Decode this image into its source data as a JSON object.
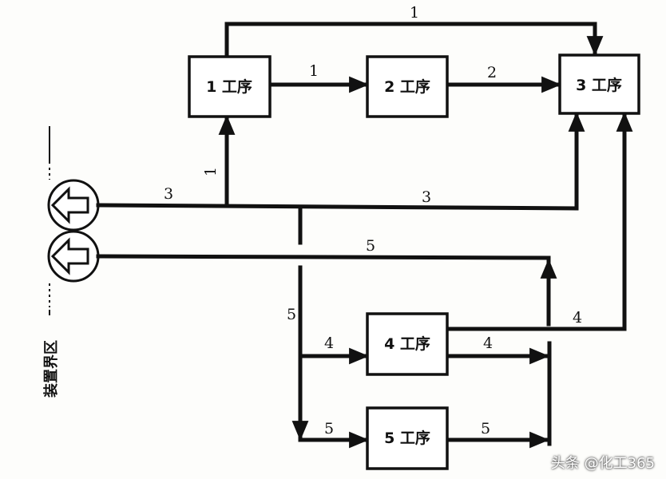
{
  "boundary_label": "装置界区",
  "boxes": {
    "p1": "1 工序",
    "p2": "2 工序",
    "p3": "3 工序",
    "p4": "4 工序",
    "p5": "5 工序"
  },
  "stream_labels": {
    "top": "1",
    "p1_to_p2": "1",
    "p2_to_p3": "2",
    "riser_p1": "1",
    "feed3_left": "3",
    "feed3_right": "3",
    "feed5_top": "5",
    "branch5_vertical": "5",
    "to_p4_in": "4",
    "p4_out_mid": "4",
    "p4_to_p3": "4",
    "to_p5_in": "5",
    "p5_out": "5"
  },
  "watermark": "头条 @化工365"
}
